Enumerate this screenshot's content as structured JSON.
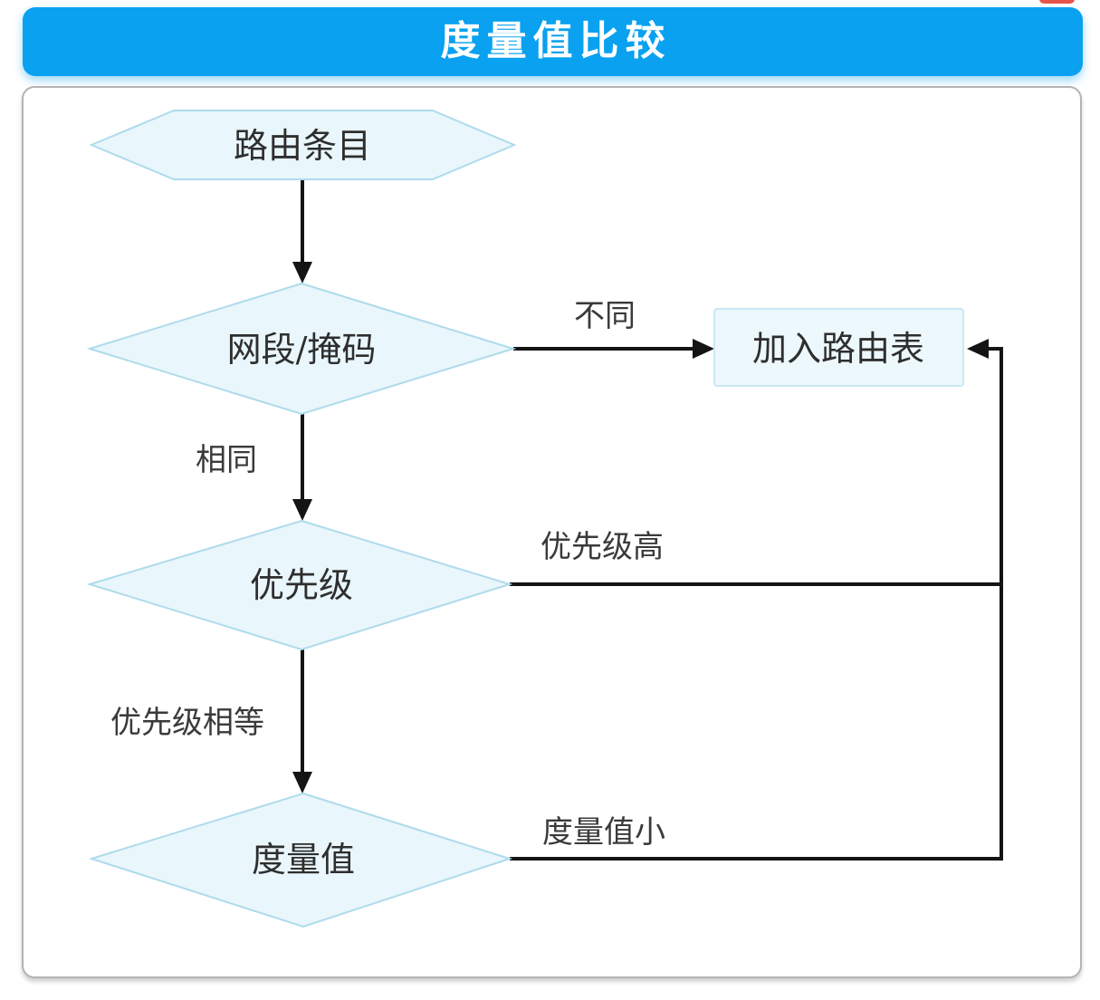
{
  "header": {
    "title": "度量值比较"
  },
  "flowchart": {
    "start": "路由条目",
    "decision_network": "网段/掩码",
    "decision_priority": "优先级",
    "decision_metric": "度量值",
    "action_add_route": "加入路由表",
    "labels": {
      "different": "不同",
      "same": "相同",
      "priority_high": "优先级高",
      "priority_equal": "优先级相等",
      "metric_small": "度量值小"
    }
  },
  "colors": {
    "header_bg": "#09a1f0",
    "header_text": "#ffffff",
    "node_fill": "#e9f6fb",
    "node_border": "#aedbec",
    "rect_fill": "#edf8fc",
    "rect_border": "#c8e9f3",
    "flow_line": "#141414",
    "panel_border": "#b5b3b3",
    "badge_red": "#e8544a"
  }
}
